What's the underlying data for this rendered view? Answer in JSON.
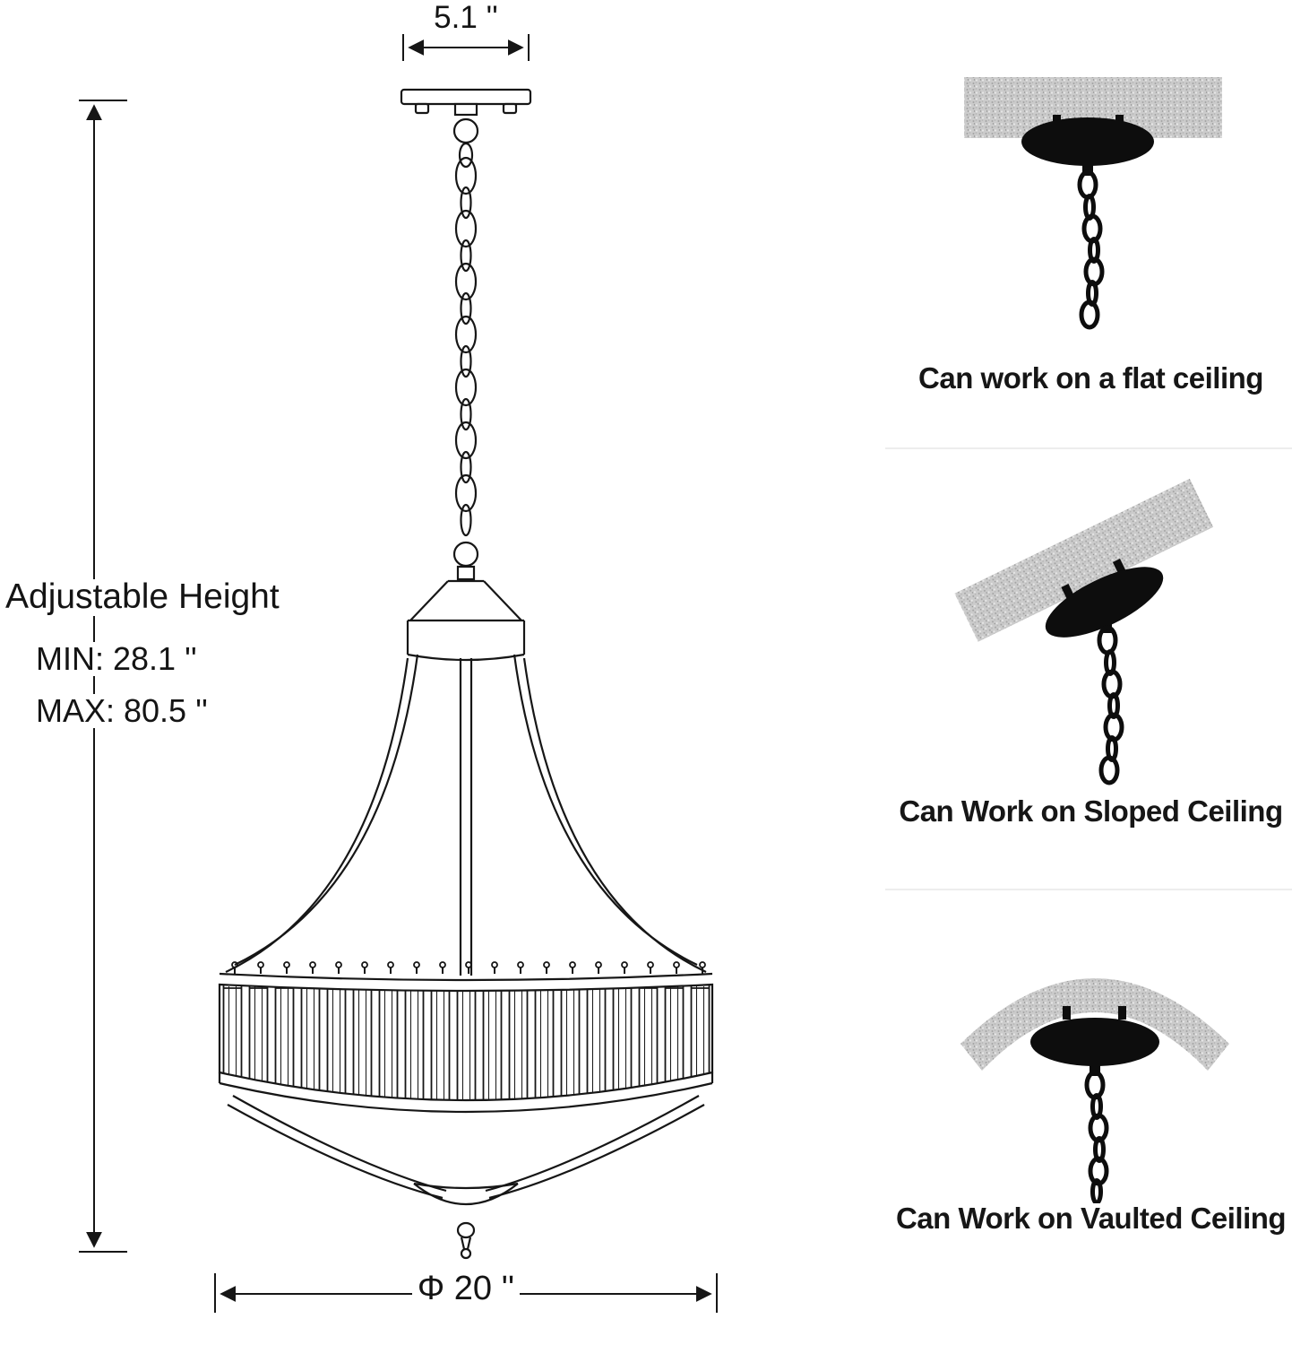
{
  "diagram": {
    "top_dimension": "5.1 ''",
    "height_label": "Adjustable Height",
    "height_min": "MIN:  28.1 ''",
    "height_max": "MAX: 80.5 ''",
    "bottom_dimension": "Φ 20 ''"
  },
  "panels": [
    {
      "icon": "flat-ceiling-mount-illustration",
      "caption": "Can work on a flat ceiling"
    },
    {
      "icon": "sloped-ceiling-mount-illustration",
      "caption": "Can Work on Sloped Ceiling"
    },
    {
      "icon": "vaulted-ceiling-mount-illustration",
      "caption": "Can Work on Vaulted Ceiling"
    }
  ],
  "colors": {
    "line": "#161616",
    "canopy_black": "#0d0d0d",
    "ceiling_texture": "#cbcbcb",
    "text": "#141414",
    "divider": "#ededed"
  }
}
